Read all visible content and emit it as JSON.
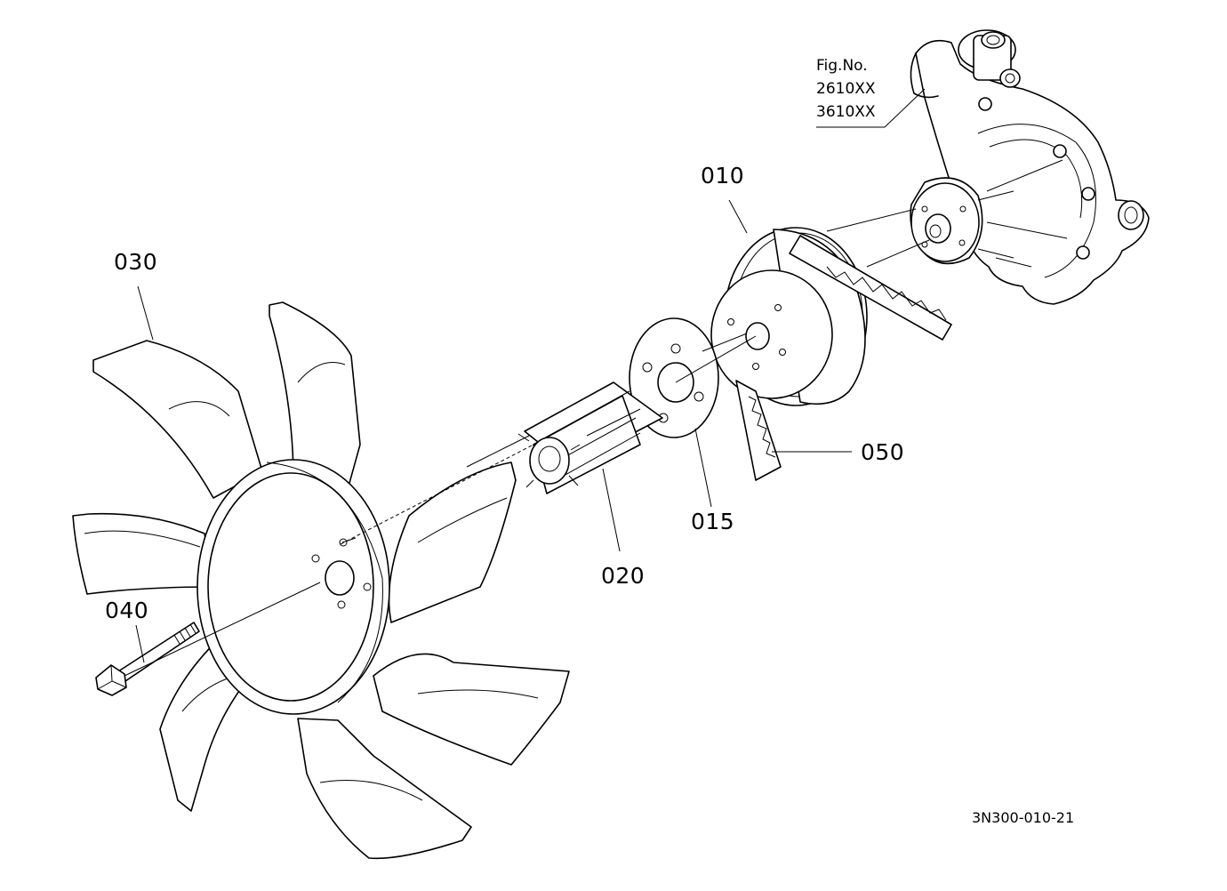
{
  "figure": {
    "fig_label": "Fig.No.",
    "fig_numbers": [
      "2610XX",
      "3610XX"
    ],
    "drawing_id": "3N300-010-21"
  },
  "parts": [
    {
      "ref": "010",
      "icon": "pulley-icon"
    },
    {
      "ref": "015",
      "icon": "spacer-plate-icon"
    },
    {
      "ref": "020",
      "icon": "spacer-icon"
    },
    {
      "ref": "030",
      "icon": "cooling-fan-icon"
    },
    {
      "ref": "040",
      "icon": "bolt-icon"
    },
    {
      "ref": "050",
      "icon": "v-belt-icon"
    }
  ],
  "colors": {
    "line": "#000000",
    "background": "#ffffff"
  }
}
